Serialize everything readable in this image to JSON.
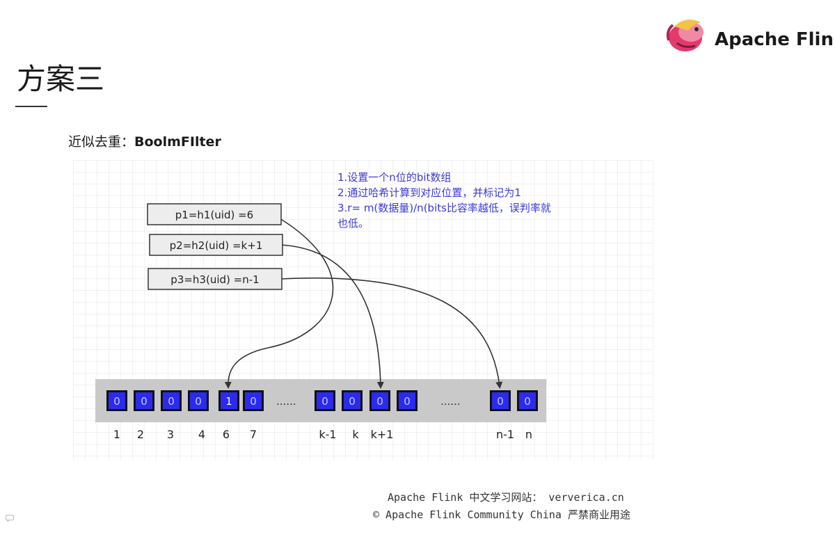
{
  "brand": {
    "name": "Apache Flink"
  },
  "slide": {
    "title": "方案三",
    "subtitle_prefix": "近似去重：",
    "subtitle_bold": "BoolmFIlter"
  },
  "diagram": {
    "notes": [
      "1.设置一个n位的bit数组",
      "2.通过哈希计算到对应位置，并标记为1",
      "3.r= m(数据量)/n(bits比容率越低，误判率就",
      "也低。"
    ],
    "hash_boxes": [
      {
        "label": "p1=h1(uid) =6",
        "target_index": 4
      },
      {
        "label": "p2=h2(uid) =k+1",
        "target_index": 8
      },
      {
        "label": "p3=h3(uid) =n-1",
        "target_index": 10
      }
    ],
    "bits": [
      "0",
      "0",
      "0",
      "0",
      "1",
      "0",
      "0",
      "0",
      "0",
      "0",
      "0",
      "0"
    ],
    "ellipsis": "......",
    "index_labels": [
      "1",
      "2",
      "3",
      "4",
      "6",
      "7",
      "k-1",
      "k",
      "k+1",
      "n-1",
      "n"
    ],
    "colors": {
      "bit_fill": "#2b2bf0",
      "bit_text": "#c8c8ff",
      "set_bit_text": "#ffffff",
      "note_text": "#3a3ad8",
      "bar": "#c9c9c9",
      "box_fill": "#ededed"
    }
  },
  "footer": {
    "line1": "Apache Flink 中文学习网站： ververica.cn",
    "line2": "© Apache Flink Community China  严禁商业用途"
  }
}
